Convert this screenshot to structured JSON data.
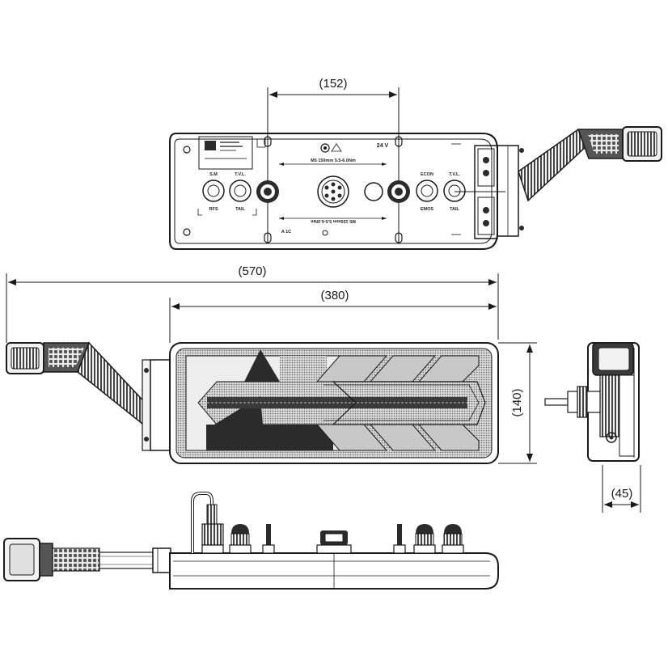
{
  "dimensions": {
    "top_width": "(152)",
    "overall_length": "(570)",
    "body_length": "(380)",
    "height": "(140)",
    "depth": "(45)"
  },
  "rear_labels": {
    "sm": "S.M",
    "tvl_left": "T.V.L.",
    "rfs": "RFS",
    "tail_left": "TAIL",
    "voltage": "24 V",
    "screw_top": "M5 150mm 5.5-6.0Nm",
    "screw_bottom": "M5 150mm 5.5-6.0Nm",
    "a_label": "A 1C",
    "econ": "ECON",
    "tvl_right": "T.V.L.",
    "emos": "EMOS",
    "tail_right": "TAIL"
  },
  "colors": {
    "line": "#1a1a1a",
    "dark_fill": "#2b2b2b",
    "grey_fill": "#c8c8c8",
    "light_fill": "#e6e6e6"
  }
}
